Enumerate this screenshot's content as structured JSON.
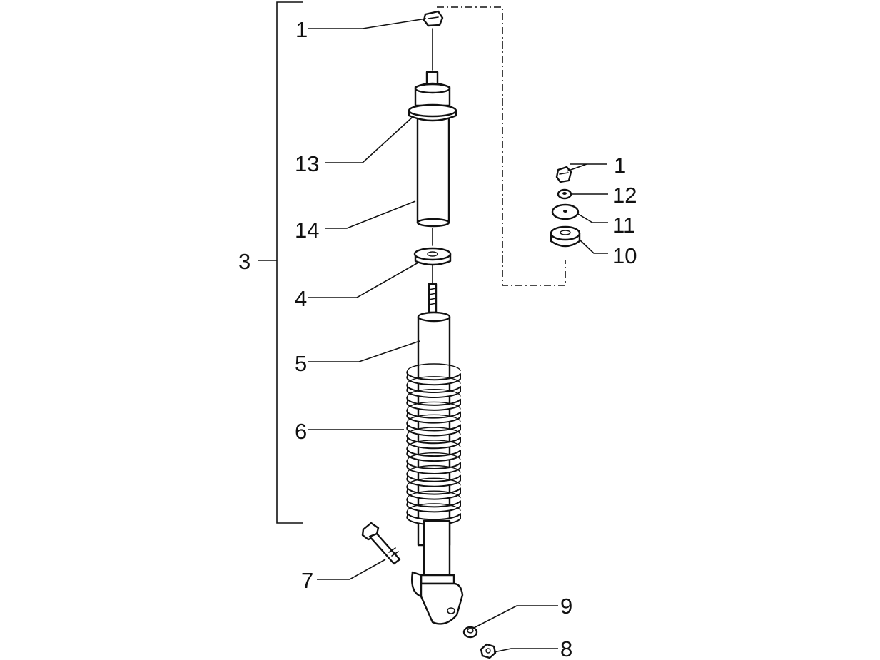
{
  "diagram": {
    "callouts": {
      "c1a": "1",
      "c1b": "1",
      "c3": "3",
      "c4": "4",
      "c5": "5",
      "c6": "6",
      "c7": "7",
      "c8": "8",
      "c9": "9",
      "c10": "10",
      "c11": "11",
      "c12": "12",
      "c13": "13",
      "c14": "14"
    }
  }
}
